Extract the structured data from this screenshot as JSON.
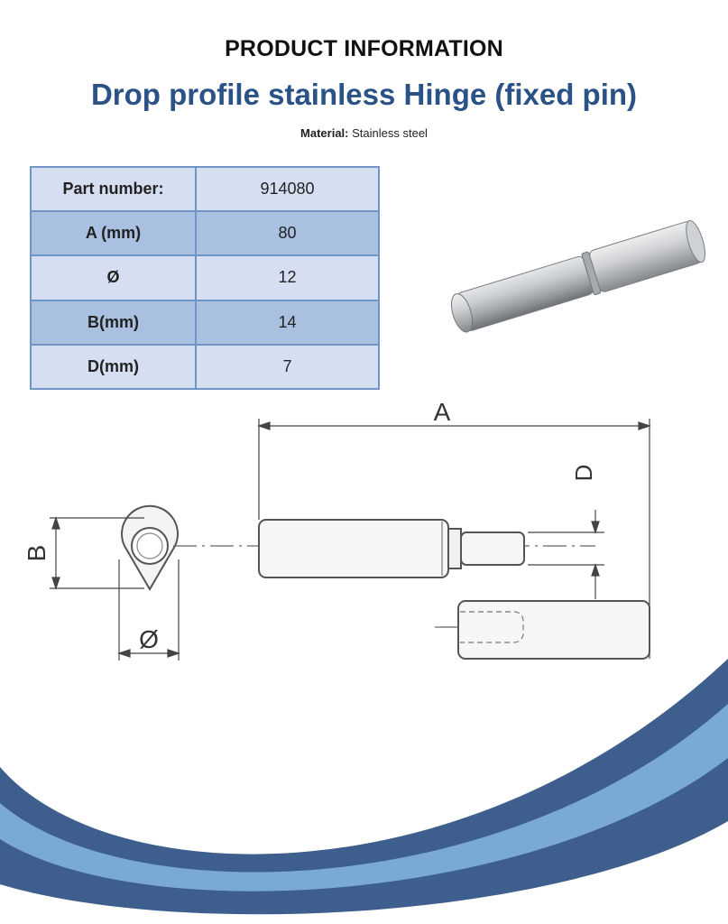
{
  "header": {
    "label": "PRODUCT INFORMATION",
    "title": "Drop profile stainless Hinge (fixed pin)",
    "material_label": "Material:",
    "material_value": "Stainless steel"
  },
  "specs": [
    {
      "key": "Part number:",
      "value": "914080"
    },
    {
      "key": "A (mm)",
      "value": "80"
    },
    {
      "key": "Ø",
      "value": "12"
    },
    {
      "key": "B(mm)",
      "value": "14"
    },
    {
      "key": "D(mm)",
      "value": "7"
    }
  ],
  "drawing": {
    "label_a": "A",
    "label_b": "B",
    "label_d": "D",
    "label_dia": "Ø"
  },
  "colors": {
    "title_blue": "#2a5286",
    "table_border": "#6f95c6",
    "row_light": "#d6dff1",
    "row_dark": "#a9c0e1",
    "wave_dark": "#3e5f8e",
    "wave_light": "#79a9d4"
  }
}
